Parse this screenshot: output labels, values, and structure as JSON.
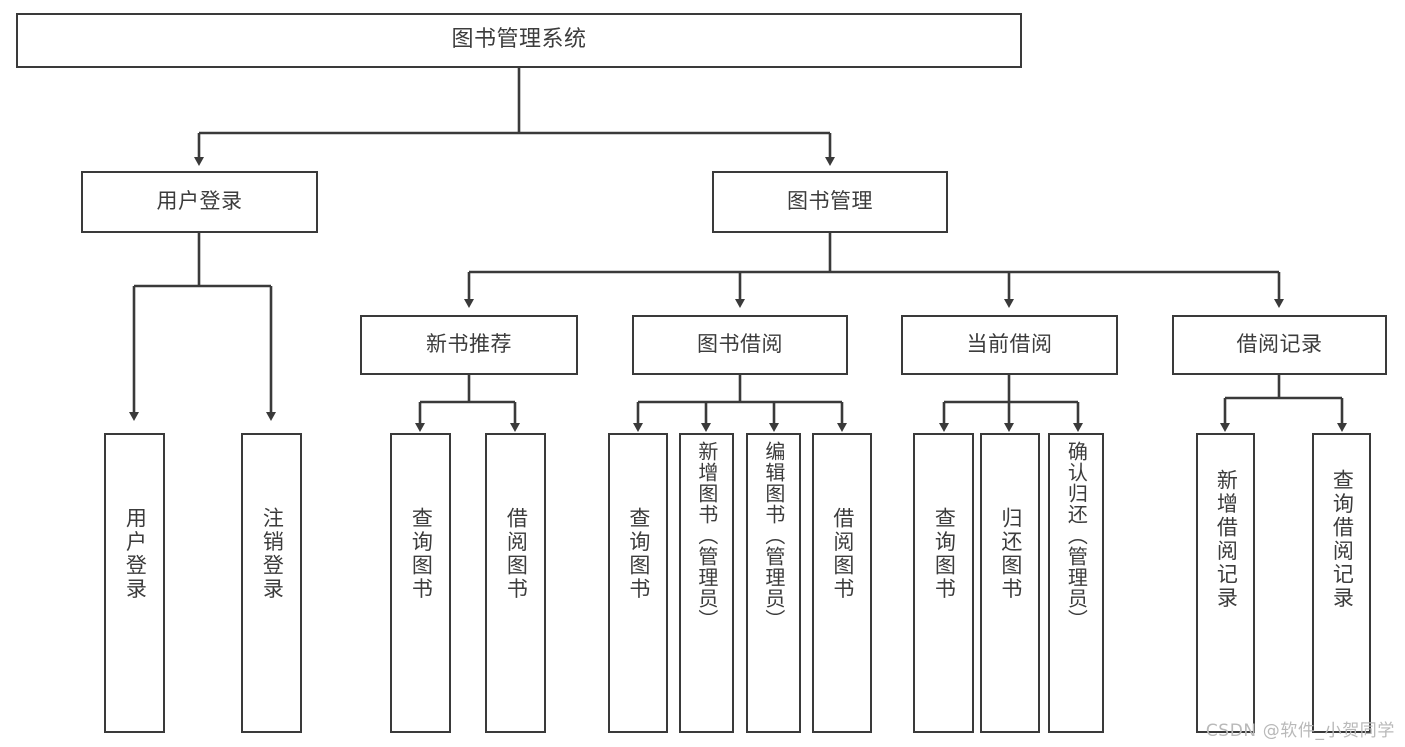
{
  "diagram": {
    "title": "图书管理系统",
    "type": "tree-hierarchy-chart",
    "root": {
      "label": "图书管理系统"
    },
    "level2": [
      {
        "label": "用户登录"
      },
      {
        "label": "图书管理"
      }
    ],
    "level3": [
      {
        "label": "新书推荐"
      },
      {
        "label": "图书借阅"
      },
      {
        "label": "当前借阅"
      },
      {
        "label": "借阅记录"
      }
    ],
    "leaves": {
      "user_login": [
        {
          "label": "用户登录"
        },
        {
          "label": "注销登录"
        }
      ],
      "new_book_recommend": [
        {
          "label": "查询图书"
        },
        {
          "label": "借阅图书"
        }
      ],
      "book_borrow": [
        {
          "label": "查询图书"
        },
        {
          "label": "新增图书（管理员）"
        },
        {
          "label": "编辑图书（管理员）"
        },
        {
          "label": "借阅图书"
        }
      ],
      "current_borrow": [
        {
          "label": "查询图书"
        },
        {
          "label": "归还图书"
        },
        {
          "label": "确认归还（管理员）"
        }
      ],
      "borrow_record": [
        {
          "label": "新增借阅记录"
        },
        {
          "label": "查询借阅记录"
        }
      ]
    }
  },
  "watermark": {
    "text": "CSDN @软件_小贺同学"
  },
  "colors": {
    "stroke": "#3a3a3a",
    "text": "#3c3c3c",
    "background": "#ffffff",
    "watermark": "#b9b9b9"
  }
}
